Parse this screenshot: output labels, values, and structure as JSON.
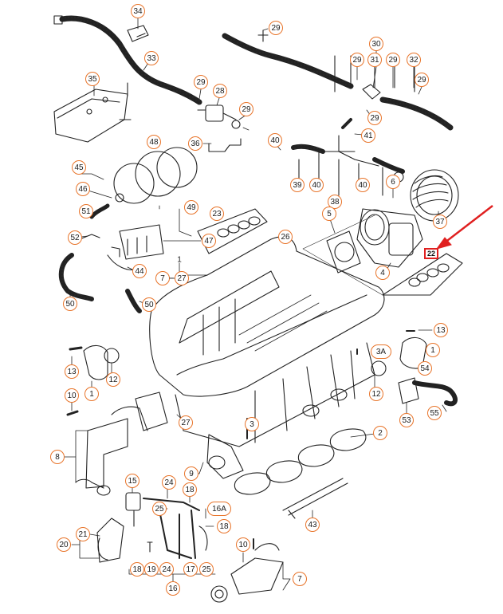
{
  "callouts": [
    {
      "id": "c34",
      "label": "34"
    },
    {
      "id": "c33",
      "label": "33"
    },
    {
      "id": "c35",
      "label": "35"
    },
    {
      "id": "c29a",
      "label": "29"
    },
    {
      "id": "c28",
      "label": "28"
    },
    {
      "id": "c29b",
      "label": "29"
    },
    {
      "id": "c29c",
      "label": "29"
    },
    {
      "id": "c36",
      "label": "36"
    },
    {
      "id": "c48",
      "label": "48"
    },
    {
      "id": "c30",
      "label": "30"
    },
    {
      "id": "c29d",
      "label": "29"
    },
    {
      "id": "c31",
      "label": "31"
    },
    {
      "id": "c29e",
      "label": "29"
    },
    {
      "id": "c32",
      "label": "32"
    },
    {
      "id": "c29f",
      "label": "29"
    },
    {
      "id": "c29g",
      "label": "29"
    },
    {
      "id": "c41",
      "label": "41"
    },
    {
      "id": "c40a",
      "label": "40"
    },
    {
      "id": "c39",
      "label": "39"
    },
    {
      "id": "c40b",
      "label": "40"
    },
    {
      "id": "c40c",
      "label": "40"
    },
    {
      "id": "c38",
      "label": "38"
    },
    {
      "id": "c6",
      "label": "6"
    },
    {
      "id": "c37",
      "label": "37"
    },
    {
      "id": "c45",
      "label": "45"
    },
    {
      "id": "c46",
      "label": "46"
    },
    {
      "id": "c49",
      "label": "49"
    },
    {
      "id": "c51",
      "label": "51"
    },
    {
      "id": "c52",
      "label": "52"
    },
    {
      "id": "c47",
      "label": "47"
    },
    {
      "id": "c44",
      "label": "44"
    },
    {
      "id": "c23",
      "label": "23"
    },
    {
      "id": "c5",
      "label": "5"
    },
    {
      "id": "c26",
      "label": "26"
    },
    {
      "id": "c4",
      "label": "4"
    },
    {
      "id": "c1a",
      "label": "1"
    },
    {
      "id": "c7a",
      "label": "7"
    },
    {
      "id": "c27a",
      "label": "27"
    },
    {
      "id": "c50a",
      "label": "50"
    },
    {
      "id": "c50b",
      "label": "50"
    },
    {
      "id": "c13a",
      "label": "13"
    },
    {
      "id": "c12a",
      "label": "12"
    },
    {
      "id": "c1b",
      "label": "1"
    },
    {
      "id": "c13b",
      "label": "13"
    },
    {
      "id": "c3A",
      "label": "3A"
    },
    {
      "id": "c1c",
      "label": "1"
    },
    {
      "id": "c54",
      "label": "54"
    },
    {
      "id": "c12b",
      "label": "12"
    },
    {
      "id": "c55",
      "label": "55"
    },
    {
      "id": "c53",
      "label": "53"
    },
    {
      "id": "c10a",
      "label": "10"
    },
    {
      "id": "c27b",
      "label": "27"
    },
    {
      "id": "c3",
      "label": "3"
    },
    {
      "id": "c2",
      "label": "2"
    },
    {
      "id": "c8",
      "label": "8"
    },
    {
      "id": "c9",
      "label": "9"
    },
    {
      "id": "c15",
      "label": "15"
    },
    {
      "id": "c24a",
      "label": "24"
    },
    {
      "id": "c18a",
      "label": "18"
    },
    {
      "id": "c25a",
      "label": "25"
    },
    {
      "id": "c16A",
      "label": "16A"
    },
    {
      "id": "c18b",
      "label": "18"
    },
    {
      "id": "c43",
      "label": "43"
    },
    {
      "id": "c21",
      "label": "21"
    },
    {
      "id": "c20",
      "label": "20"
    },
    {
      "id": "c10b",
      "label": "10"
    },
    {
      "id": "c18c",
      "label": "18"
    },
    {
      "id": "c19",
      "label": "19"
    },
    {
      "id": "c24b",
      "label": "24"
    },
    {
      "id": "c17",
      "label": "17"
    },
    {
      "id": "c25b",
      "label": "25"
    },
    {
      "id": "c16",
      "label": "16"
    },
    {
      "id": "c7b",
      "label": "7"
    },
    {
      "id": "c22",
      "label": "22"
    }
  ],
  "plain_labels": {
    "c1a_plain": "1",
    "c7_27_dash": "–"
  },
  "colors": {
    "callout_border": "#e8742a",
    "arrow": "#e02020",
    "line": "#222222"
  }
}
